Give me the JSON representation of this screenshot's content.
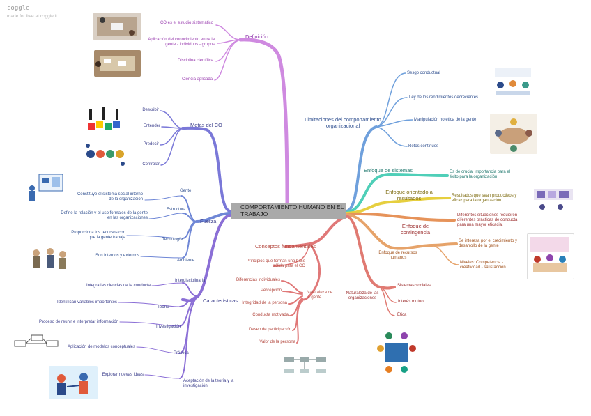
{
  "brand": {
    "logo": "coggle",
    "tagline": "made for free at coggle.it"
  },
  "central_topic": "COMPORTAMIENTO HUMANO EN EL TRABAJO",
  "colors": {
    "definicion": "#cf8ae0",
    "metas": "#7a78d8",
    "fuerza": "#6f87d6",
    "caracteristicas": "#8b6fd6",
    "limitaciones": "#6fa0dc",
    "sistemas": "#4fcfb8",
    "orientado": "#e6cf3f",
    "contingencia": "#e6935a",
    "recursos": "#e6a36a",
    "naturaleza_org": "#e07a72",
    "conceptos": "#e07878"
  },
  "definicion": {
    "title": "Definición",
    "items": [
      "CO es el estudio sistemático",
      "Aplicación del conocimiento entre la gente - individuos - grupos",
      "Disciplina científica",
      "Ciencia aplicada"
    ]
  },
  "metas": {
    "title": "Metas del CO",
    "items": [
      "Describir",
      "Entender",
      "Predecir",
      "Controlar"
    ]
  },
  "fuerza": {
    "title": "Fuerza",
    "subs": [
      {
        "label": "Gente",
        "detail": "Constituye el sistema social interno de la organización"
      },
      {
        "label": "Estructura",
        "detail": "Define la relación y el uso formales de la gente en las organizaciones"
      },
      {
        "label": "Tecnología",
        "detail": "Proporciona los recursos con que la gente trabaja"
      },
      {
        "label": "Ambiente",
        "detail": "Son internos y externos"
      }
    ]
  },
  "caracteristicas": {
    "title": "Características",
    "subs": [
      {
        "label": "Interdisciplinaria",
        "detail": "Integra las ciencias de la conducta"
      },
      {
        "label": "Teoría",
        "detail": "Identifican variables importantes"
      },
      {
        "label": "Investigación",
        "detail": "Proceso de reunir e interpretar información"
      },
      {
        "label": "Práctica",
        "detail": "Aplicación de modelos conceptuales"
      },
      {
        "label": "Aceptación de la teoría y la investigación",
        "detail": "Explorar nuevas ideas"
      }
    ]
  },
  "limitaciones": {
    "title": "Limitaciones del comportamiento organizacional",
    "items": [
      "Sesgo conductual",
      "Ley de los rendimientos decrecientes",
      "Manipulación no ética de la gente",
      "Retos continuos"
    ]
  },
  "sistemas": {
    "title": "Enfoque de sistemas",
    "detail": "Es de crucial importancia para el éxito para la organización"
  },
  "orientado": {
    "title": "Enfoque orientado a resultados",
    "detail": "Resultados que sean productivos y eficaz para la organización"
  },
  "contingencia": {
    "title": "Enfoque de contingencia",
    "detail": "Diferentes situaciones requieren diferentes prácticas de conducta para una mayor eficacia."
  },
  "recursos": {
    "title": "Enfoque de recursos humanos",
    "items": [
      "Se interesa por el crecimiento y desarrollo de la gente",
      "Niveles: Competencia - creatividad - satisfacción"
    ]
  },
  "naturaleza_org": {
    "title": "Naturaleza de las organizaciones",
    "items": [
      "Sistemas sociales",
      "Interés mutuo",
      "Ética"
    ]
  },
  "conceptos": {
    "title": "Conceptos fundamentales",
    "principios": "Principios que forman una base sólida para el CO",
    "naturaleza_gente": {
      "title": "Naturaleza de la gente",
      "items": [
        "Diferencias individuales",
        "Percepción",
        "Integridad de la persona",
        "Conducta motivada",
        "Deseo de participación",
        "Valor de la persona"
      ]
    }
  }
}
